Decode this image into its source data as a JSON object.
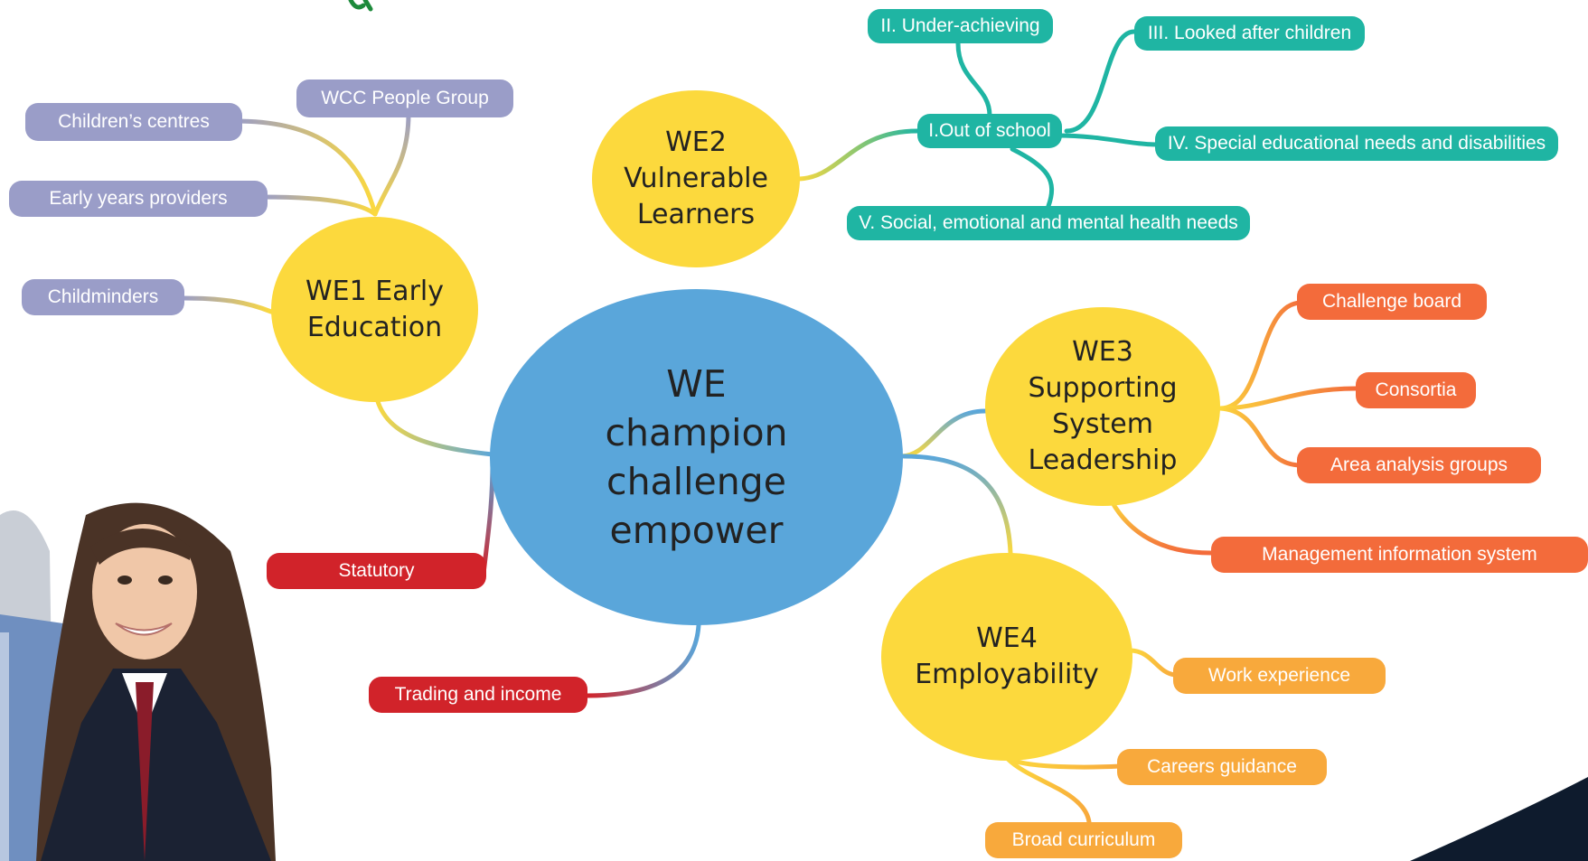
{
  "colors": {
    "center": "#5aa6da",
    "hub": "#fcd93d",
    "early_leaf": "#9a9dc8",
    "vulnerable_leaf": "#1fb5a3",
    "leadership_leaf": "#f36b3b",
    "employability_leaf": "#f8a93c",
    "direct_leaf": "#d1232a",
    "heading_fragment": "#1d8a3b",
    "corner": "#0e1b2d"
  },
  "center": {
    "text": "WE\nchampion\nchallenge\nempower"
  },
  "hubs": {
    "we1": {
      "text": "WE1 Early\nEducation"
    },
    "we2": {
      "text": "WE2\nVulnerable\nLearners"
    },
    "we3": {
      "text": "WE3\nSupporting\nSystem\nLeadership"
    },
    "we4": {
      "text": "WE4\nEmployability"
    }
  },
  "leaves": {
    "wcc_people_group": "WCC People Group",
    "childrens_centres": "Children’s centres",
    "early_years_providers": "Early years providers",
    "childminders": "Childminders",
    "under_achieving": "II. Under-achieving",
    "looked_after_children": "III. Looked after children",
    "out_of_school": "I.Out of school",
    "send": "IV. Special educational needs and disabilities",
    "semh": "V. Social, emotional and mental health needs",
    "challenge_board": "Challenge board",
    "consortia": "Consortia",
    "area_analysis_groups": "Area analysis groups",
    "management_information_system": "Management information system",
    "work_experience": "Work experience",
    "careers_guidance": "Careers guidance",
    "broad_curriculum": "Broad curriculum",
    "statutory": "Statutory",
    "trading_and_income": "Trading and income"
  },
  "photo": {
    "icon": "student-photo-icon"
  }
}
